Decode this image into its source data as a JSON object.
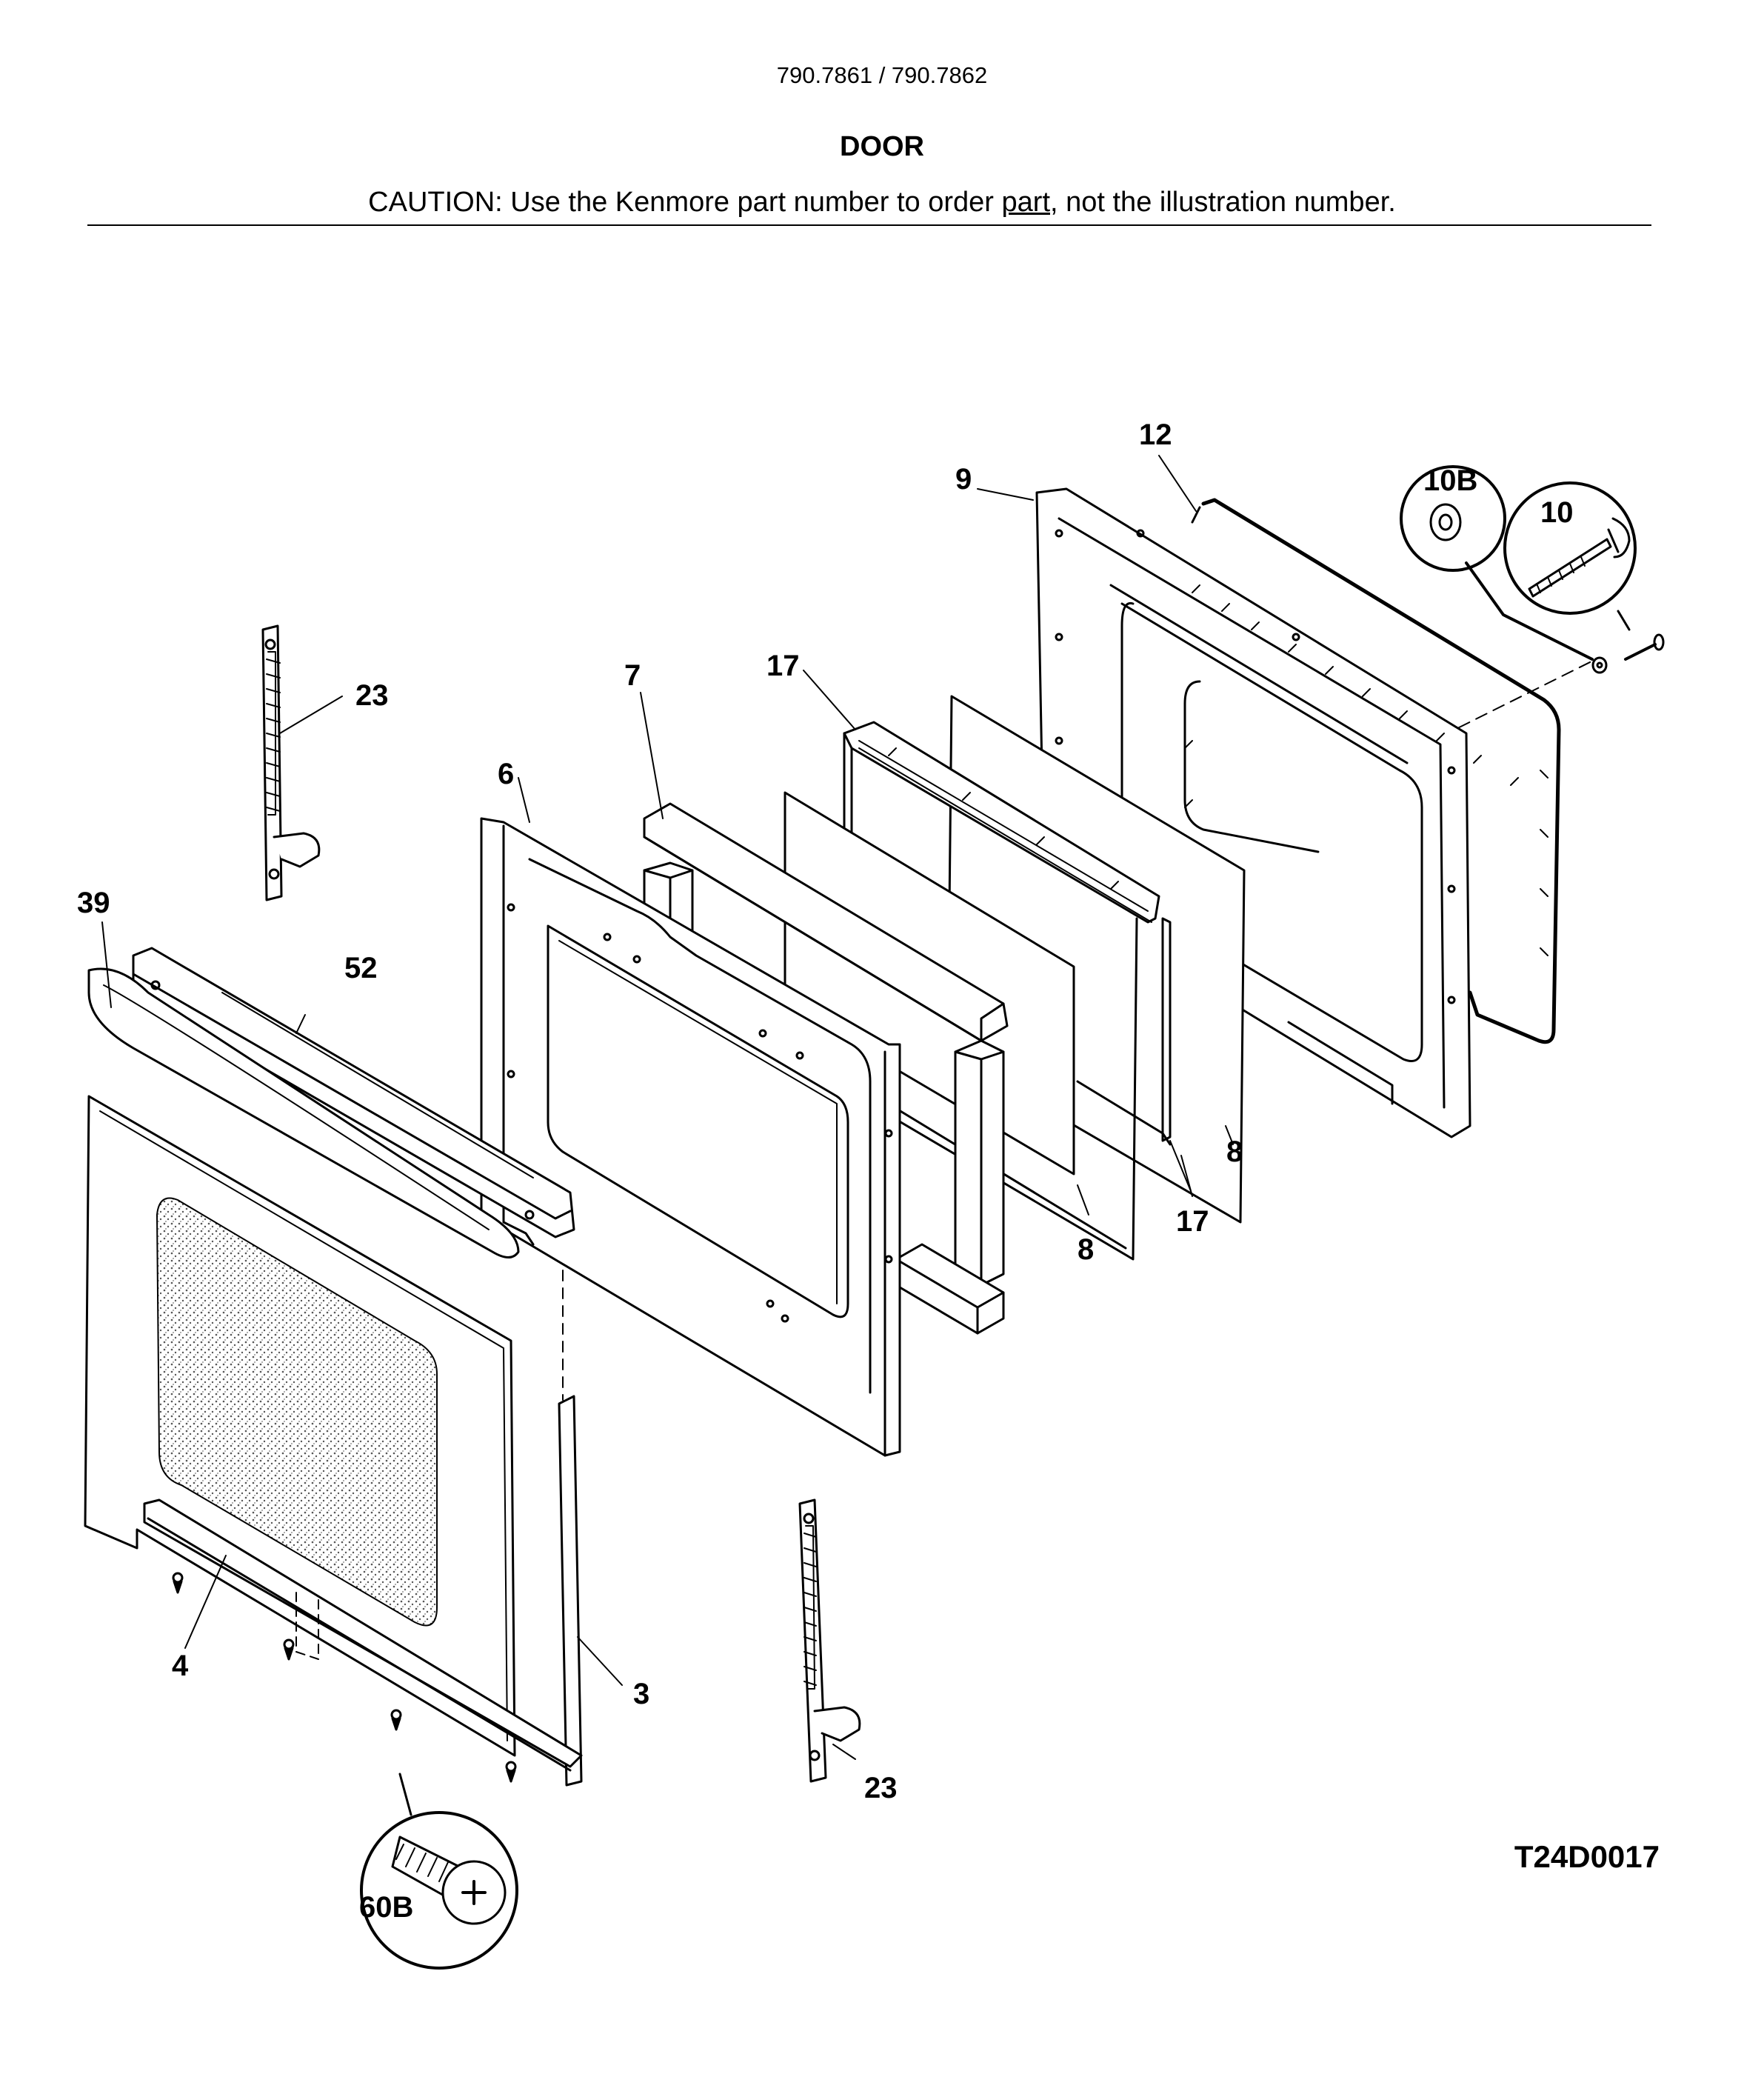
{
  "header": {
    "model": "790.7861 / 790.7862",
    "title": "DOOR",
    "caution_before": "CAUTION: Use the Kenmore part number to order ",
    "caution_underlined": "part",
    "caution_after": ", not the illustration number."
  },
  "diagram": {
    "callouts": {
      "c3": "3",
      "c4": "4",
      "c6": "6",
      "c7": "7",
      "c8a": "8",
      "c8b": "8",
      "c9": "9",
      "c10": "10",
      "c10b": "10B",
      "c12": "12",
      "c17a": "17",
      "c17b": "17",
      "c23a": "23",
      "c23b": "23",
      "c39": "39",
      "c52": "52",
      "c60b": "60B"
    },
    "drawing_code": "T24D0017"
  }
}
